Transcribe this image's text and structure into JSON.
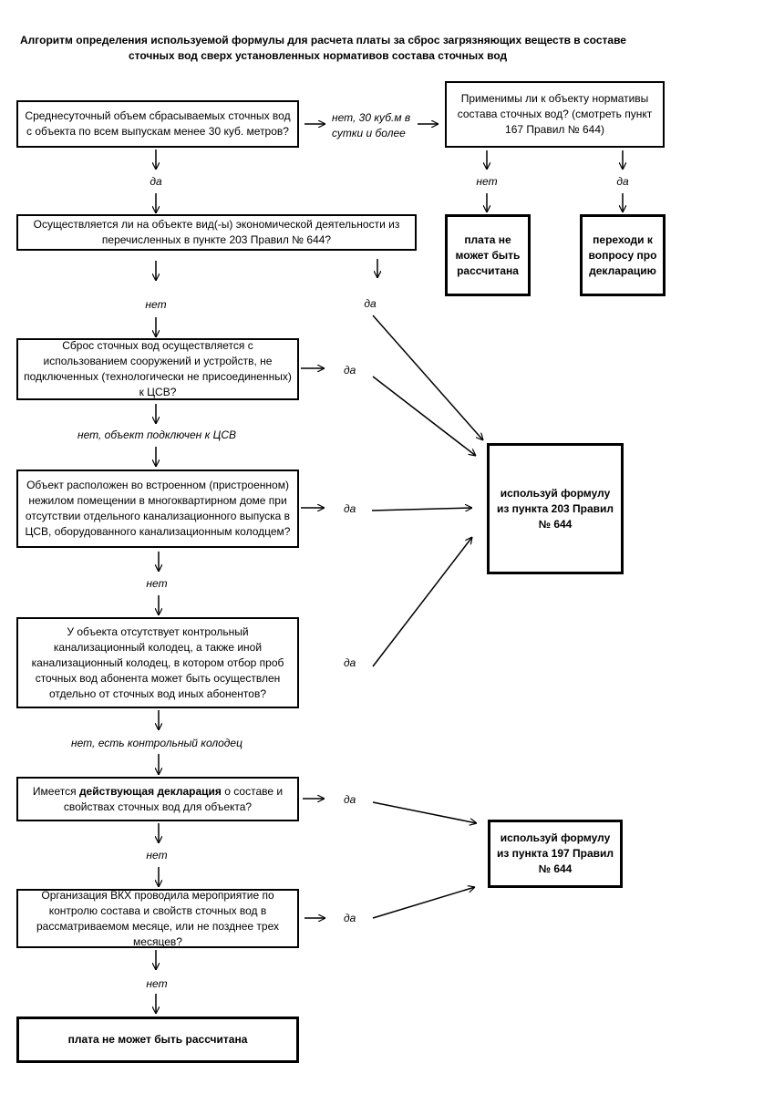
{
  "title": {
    "line1": "Алгоритм определения используемой формулы для расчета платы за сброс загрязняющих веществ в составе",
    "line2": "сточных вод сверх установленных нормативов состава сточных вод"
  },
  "boxes": {
    "q1": "Среднесуточный объем сбрасываемых сточных вод с объекта по всем выпускам менее 30 куб. метров?",
    "q_norms": "Применимы ли к объекту нормативы состава сточных вод? (смотреть пункт 167 Правил № 644)",
    "q2": "Осуществляется ли на объекте вид(-ы) экономической деятельности из перечисленных в пункте 203 Правил № 644?",
    "r_cannot_top": "плата не может быть рассчитана",
    "r_go_decl": "переходи к вопросу про декларацию",
    "q3": "Сброс сточных вод осуществляется с использованием сооружений и устройств, не подключенных (технологически не присоединенных) к ЦСВ?",
    "r_formula_203": "используй формулу из пункта 203 Правил № 644",
    "q4": "Объект расположен во встроенном (пристроенном) нежилом помещении в многоквартирном доме при отсутствии отдельного канализационного выпуска в ЦСВ, оборудованного канализационным колодцем?",
    "q5": "У объекта отсутствует контрольный канализационный колодец, а также иной канализационный колодец, в котором отбор проб сточных вод абонента может быть осуществлен отдельно от сточных вод иных абонентов?",
    "q6_pre": "Имеется ",
    "q6_bold": "действующая декларация",
    "q6_post": " о составе и свойствах сточных вод для объекта?",
    "r_formula_197": "используй формулу из пункта 197 Правил № 644",
    "q7": "Организация ВКХ проводила мероприятие по контролю состава и свойств сточных вод в рассматриваемом месяце, или не позднее трех месяцев?",
    "r_cannot_bottom": "плата не может быть рассчитана"
  },
  "labels": {
    "q1_right": "нет, 30 куб.м в сутки и более",
    "q1_down": "да",
    "norms_no": "нет",
    "norms_yes": "да",
    "q2_down": "нет",
    "q2_right": "да",
    "q3_right": "да",
    "q3_down": "нет, объект подключен к ЦСВ",
    "q4_right": "да",
    "q4_down": "нет",
    "q5_right": "да",
    "q5_down": "нет, есть контрольный колодец",
    "q6_right": "да",
    "q6_down": "нет",
    "q7_right": "да",
    "q7_down": "нет"
  }
}
